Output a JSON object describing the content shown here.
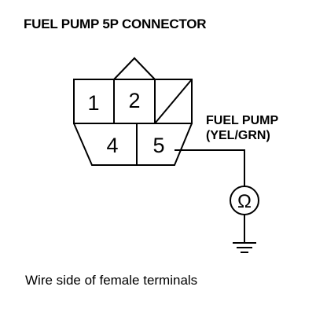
{
  "title": "FUEL PUMP 5P CONNECTOR",
  "connector": {
    "terminals": {
      "t1": "1",
      "t2": "2",
      "t4": "4",
      "t5": "5"
    }
  },
  "callout": {
    "line1": "FUEL PUMP",
    "line2": "(YEL/GRN)"
  },
  "meter": {
    "symbol": "Ω"
  },
  "caption": "Wire side of female terminals"
}
